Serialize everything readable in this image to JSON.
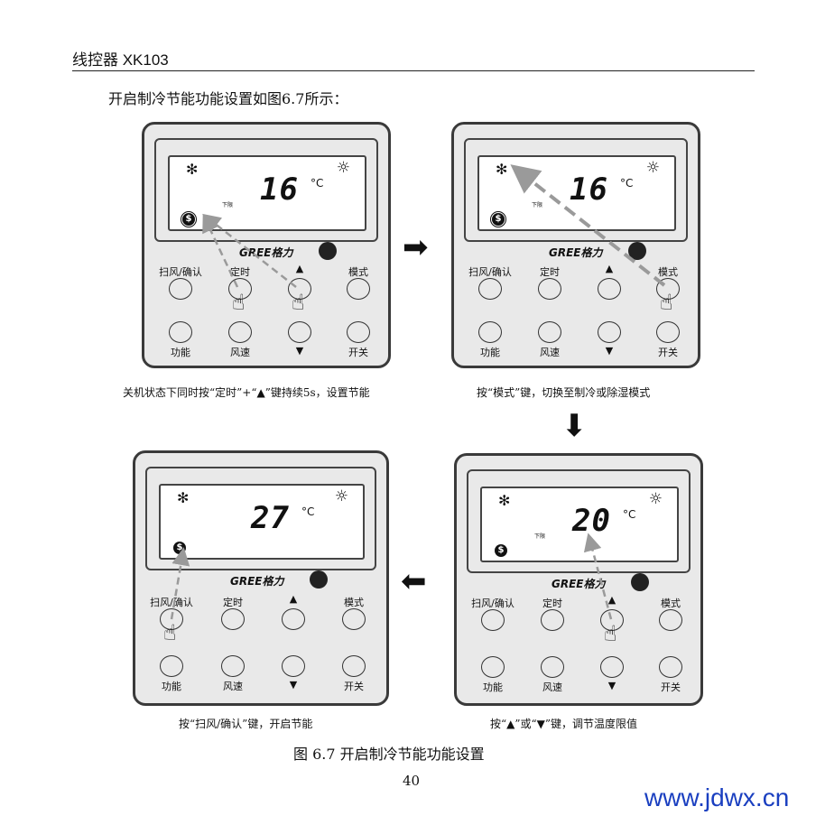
{
  "header": {
    "title": "线控器 XK103"
  },
  "intro": "开启制冷节能功能设置如图6.7所示：",
  "brand": "GREE格力",
  "lcd_common": {
    "unit": "°C",
    "lower_limit_label": "下限",
    "snow_icon": "✻",
    "bulb_icon": "☼",
    "dollar_icon": "$"
  },
  "buttons": {
    "swing_confirm": "扫风/确认",
    "timer": "定时",
    "up": "▲",
    "mode": "模式",
    "function": "功能",
    "fan_speed": "风速",
    "down": "▼",
    "power": "开关"
  },
  "panels": [
    {
      "temp": "16",
      "caption": "关机状态下同时按“定时”+“▲”键持续5s，设置节能"
    },
    {
      "temp": "16",
      "caption": "按“模式”键，切换至制冷或除湿模式"
    },
    {
      "temp": "20",
      "caption": "按“▲”或“▼”键，调节温度限值"
    },
    {
      "temp": "27",
      "caption": "按“扫风/确认”键，开启节能"
    }
  ],
  "figure_caption": "图 6.7  开启制冷节能功能设置",
  "page_number": "40",
  "watermark": "www.jdwx.cn",
  "colors": {
    "frame": "#3a3a3a",
    "panel_bg": "#e9e9e9",
    "watermark": "#1a3fc0",
    "dashed_arrow": "#9a9a9a"
  }
}
